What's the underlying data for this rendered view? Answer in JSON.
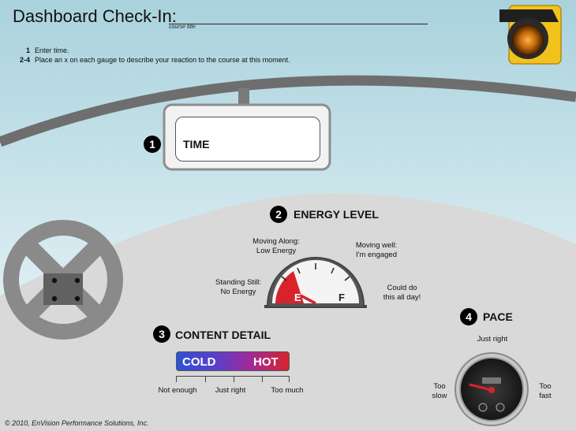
{
  "header": {
    "title": "Dashboard Check-In:",
    "course_caption": "course title"
  },
  "instructions": [
    {
      "num": "1",
      "text": "Enter time."
    },
    {
      "num": "2-4",
      "text": "Place an x on each gauge to describe your reaction to the course at this moment."
    }
  ],
  "time": {
    "step": "1",
    "label": "TIME"
  },
  "energy": {
    "step": "2",
    "title": "ENERGY LEVEL",
    "labels": {
      "standing_still": "Standing Still:\nNo Energy",
      "moving_along": "Moving Along:\nLow Energy",
      "moving_well": "Moving well:\nI'm engaged",
      "could_do": "Could do\nthis all day!"
    },
    "empty_mark": "E",
    "full_mark": "F"
  },
  "content": {
    "step": "3",
    "title": "CONTENT DETAIL",
    "cold": "COLD",
    "hot": "HOT",
    "scale": [
      "Not enough",
      "Just right",
      "Too much"
    ]
  },
  "pace": {
    "step": "4",
    "title": "PACE",
    "just_right": "Just right",
    "too_slow": "Too\nslow",
    "too_fast": "Too\nfast"
  },
  "footer": {
    "copyright": "© 2010, EnVision Performance Solutions, Inc."
  },
  "colors": {
    "sky_top": "#a9d2dd",
    "sky_bottom": "#f4fafb",
    "road": "#6e6e6e",
    "dash": "#d9d9d9",
    "steering": "#8a8a8a",
    "needle": "#d8232a",
    "bar_cold": "#2e52d4",
    "bar_hot": "#d8232a",
    "traffic_light": "#f2c21c"
  },
  "icons": {
    "traffic_light": "traffic-light-icon",
    "steering_wheel": "steering-wheel-icon",
    "fuel_gauge": "fuel-gauge-icon",
    "speedometer": "speedometer-icon"
  }
}
